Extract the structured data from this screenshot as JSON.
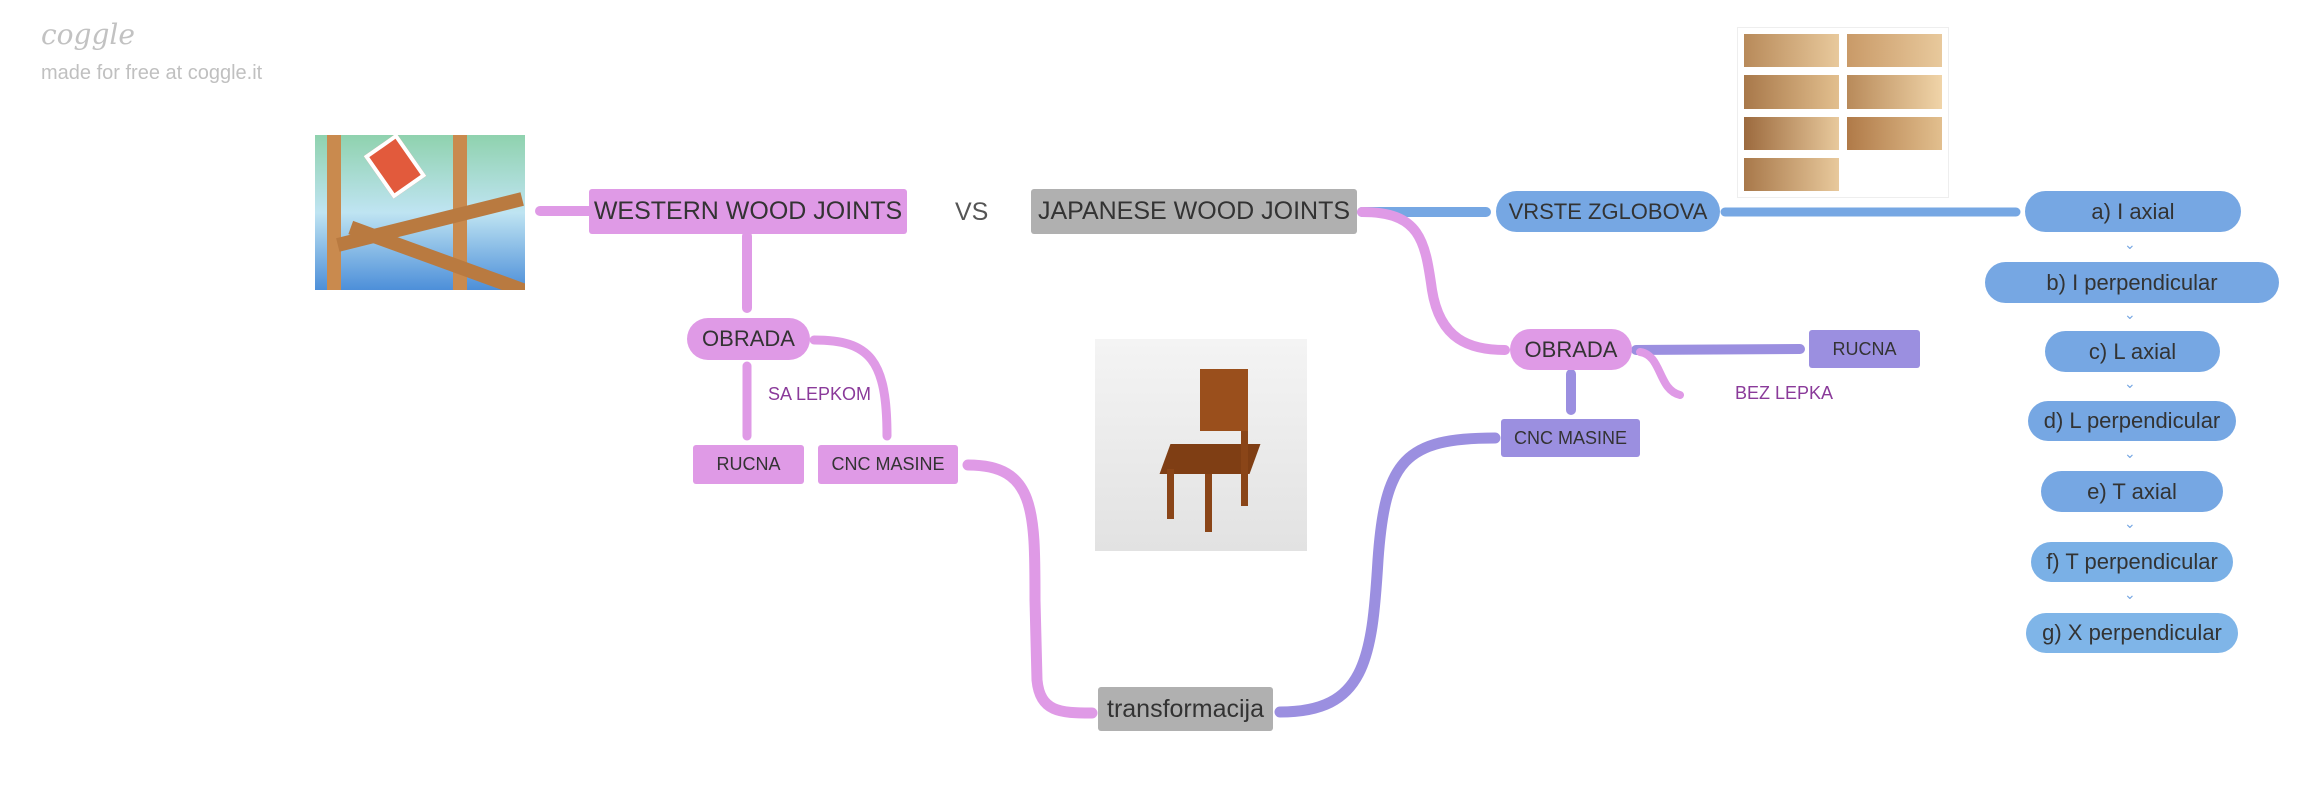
{
  "branding": {
    "logo": "coggle",
    "tagline": "made for free at coggle.it"
  },
  "colors": {
    "pink": "#df9ae6",
    "grey": "#b0b0b0",
    "blue": "#76a7e3",
    "purple": "#9b8fe0"
  },
  "nodes": {
    "western": "WESTERN WOOD JOINTS",
    "vs": "VS",
    "japanese": "JAPANESE WOOD JOINTS",
    "vrste": "VRSTE ZGLOBOVA",
    "obrada_left": "OBRADA",
    "sa_lepkom": "SA LEPKOM",
    "rucna_left": "RUCNA",
    "cnc_left": "CNC MASINE",
    "transformacija": "transformacija",
    "obrada_right": "OBRADA",
    "rucna_right": "RUCNA",
    "bez_lepka": "BEZ LEPKA",
    "cnc_right": "CNC MASINE"
  },
  "joint_types": [
    "a) I axial",
    "b) I perpendicular",
    "c) L axial",
    "d) L perpendicular",
    "e) T axial",
    "f) T perpendicular",
    "g) X perpendicular"
  ]
}
